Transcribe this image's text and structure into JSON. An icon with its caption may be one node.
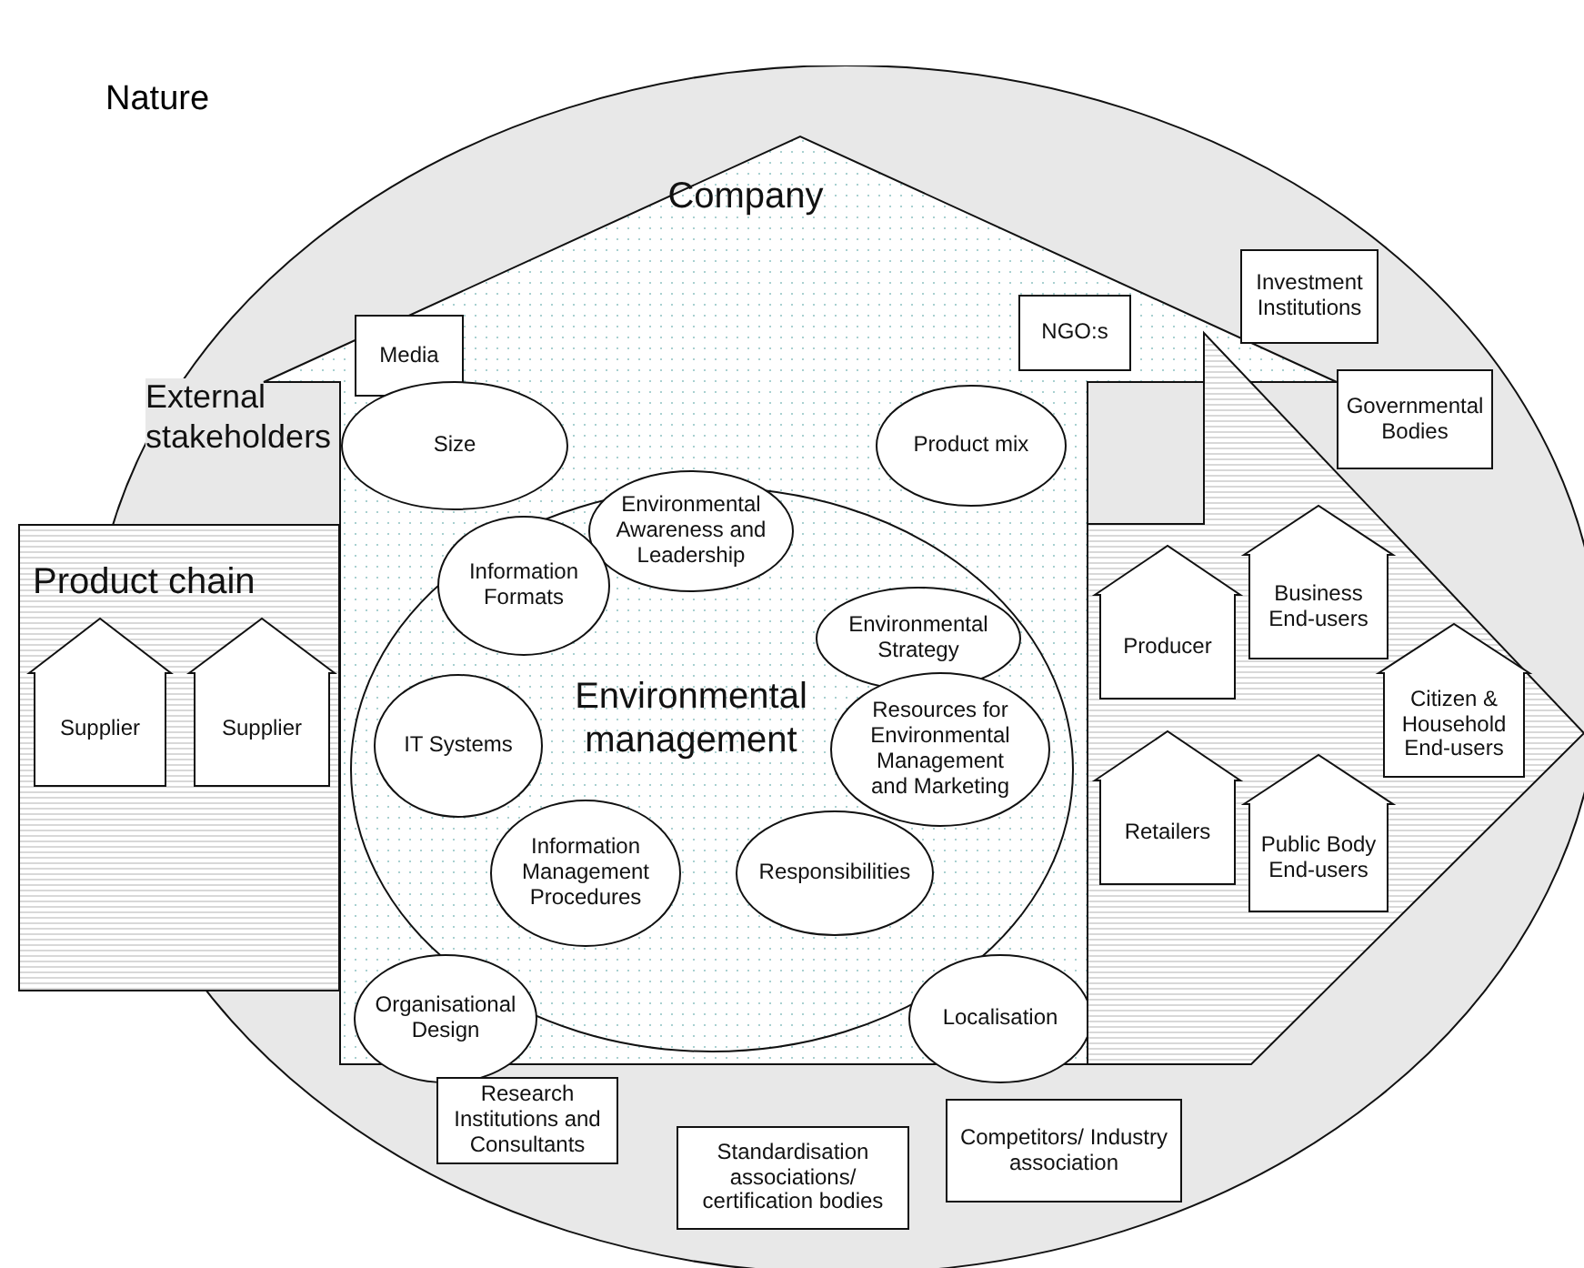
{
  "diagram": {
    "nodes": [
      {
        "text": [
          "External stakeholders"
        ]
      },
      {
        "text": [
          "Media"
        ],
        "in": 2
      },
      {
        "text": [
          "Company"
        ],
        "in": 0
      },
      {
        "text": [
          "NGO:s"
        ],
        "in": 2
      },
      {
        "text": [
          "Investment Institutions"
        ],
        "in": 0
      },
      {
        "text": [
          "Governmental Bodies"
        ],
        "in": 0
      },
      {
        "text": [
          "Size"
        ],
        "in": 2
      },
      {
        "text": [
          "Product mix"
        ],
        "in": 2
      },
      {
        "text": [
          "Environmental management"
        ],
        "in": 2
      },
      {
        "text": [
          "Environmental Awareness and Leadership"
        ],
        "in": 8
      },
      {
        "text": [
          "Information Formats"
        ],
        "in": 8
      },
      {
        "text": [
          "Environmental Strategy"
        ],
        "in": 8
      },
      {
        "text": [
          "IT Systems"
        ],
        "in": 8
      },
      {
        "text": [
          "Resources for Environmental Management and Marketing"
        ],
        "in": 8
      },
      {
        "text": [
          "Information Management Procedures"
        ],
        "in": 8
      },
      {
        "text": [
          "Responsibilities"
        ],
        "in": 8
      },
      {
        "text": [
          "Organisational Design"
        ],
        "in": 2
      },
      {
        "text": [
          "Localisation"
        ],
        "in": 2
      },
      {
        "text": [
          "Product chain"
        ]
      },
      {
        "text": [
          "Supplier"
        ],
        "in": 18
      },
      {
        "text": [
          "Supplier"
        ]
      },
      {
        "text": [],
        "shape": "arrow",
        "in": 0
      },
      {
        "text": [
          "Producer"
        ],
        "in": 21
      },
      {
        "text": [
          "Business End-users"
        ],
        "in": 21
      },
      {
        "text": [
          "Citizen & Household End-users"
        ],
        "in": 21
      },
      {
        "text": [
          "Retailers"
        ],
        "in": 21
      },
      {
        "text": [
          "Public Body End-users"
        ],
        "in": 21
      },
      {
        "text": [
          "Research Institutions and Consultants"
        ],
        "in": 0
      },
      {
        "text": [
          "Standardisation associations/ certification bodies"
        ],
        "in": 0
      },
      {
        "text": [
          "Competitors/ Industry association"
        ],
        "in": 0
      }
    ],
    "labels": [
      "Nature"
    ]
  }
}
